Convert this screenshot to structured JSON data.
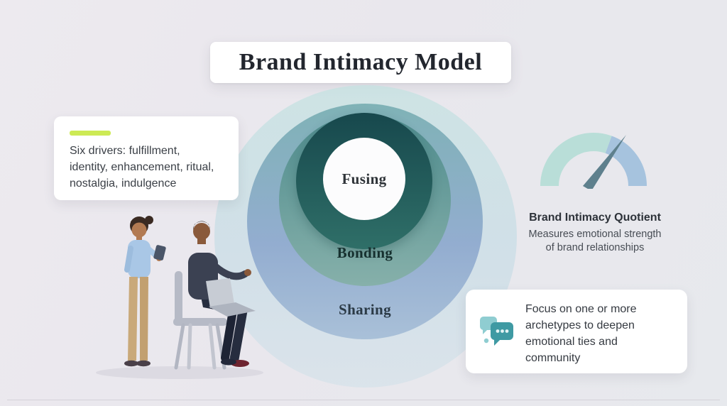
{
  "title": "Brand Intimacy Model",
  "model": {
    "levels": [
      {
        "label": "Fusing"
      },
      {
        "label": "Bonding"
      },
      {
        "label": "Sharing"
      }
    ]
  },
  "drivers_card": {
    "lines": [
      "Six drivers: fulfillment,",
      "identity, enhancement, ritual,",
      "nostalgia, indulgence"
    ]
  },
  "quotient": {
    "title": "Brand Intimacy Quotient",
    "subtitle_lines": [
      "Measures emotional strength",
      "of brand relationships"
    ]
  },
  "archetypes_card": {
    "lines": [
      "Focus on one or more",
      "archetypes to deepen",
      "emotional ties and",
      "community"
    ]
  },
  "icons": {
    "gauge": "gauge-icon",
    "chat": "chat-bubbles-icon"
  },
  "colors": {
    "card": "#ffffff",
    "title_text": "#22262e",
    "highlight": "#cdea55",
    "ring_outer": "#c8e2e3",
    "ring_sharing_top": "#7fb2b6",
    "ring_sharing_bottom": "#a9c0d8",
    "ring_bonding_top": "#4f8c8e",
    "ring_bonding_bottom": "#86b0aa",
    "ring_fusing_top": "#17484d",
    "ring_fusing_bottom": "#2f6f68",
    "center_circle": "#fcfcfd",
    "gauge_left": "#b9ded8",
    "gauge_right": "#a6c3de",
    "needle": "#5e808d",
    "chat_icon": "#3f9aa3",
    "chat_icon_light": "#8fcdd1"
  }
}
